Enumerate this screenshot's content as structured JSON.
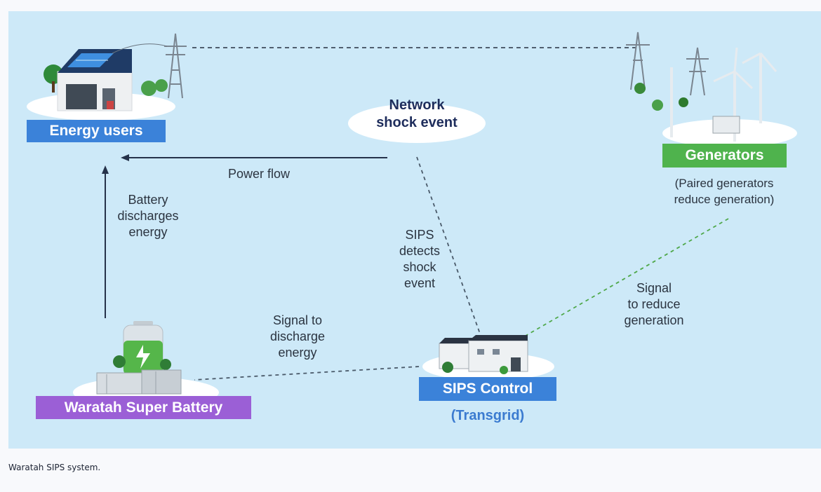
{
  "diagram": {
    "nodes": {
      "energy_users": "Energy users",
      "generators": "Generators",
      "generators_note": "(Paired generators\nreduce generation)",
      "sips_control": "SIPS Control",
      "sips_owner": "(Transgrid)",
      "battery": "Waratah Super Battery",
      "shock_event": "Network\nshock event"
    },
    "annotations": {
      "power_flow": "Power flow",
      "battery_discharges": "Battery\ndischarges\nenergy",
      "sips_detects": "SIPS\ndetects\nshock\nevent",
      "signal_reduce": "Signal\nto reduce\ngeneration",
      "signal_discharge": "Signal to\ndischarge\nenergy"
    },
    "colors": {
      "background": "#cde9f8",
      "energy_users_label": "#3b82d9",
      "generators_label": "#4fb34d",
      "sips_label": "#3b82d9",
      "sips_owner_text": "#3b7bd0",
      "battery_label": "#9b5fd6",
      "shock_text": "#1e2d5c"
    },
    "icons": [
      "house-solar-icon",
      "transmission-tower-icon",
      "wind-turbine-icon",
      "battery-icon",
      "control-building-icon",
      "tree-icon"
    ]
  },
  "caption": "Waratah SIPS system."
}
